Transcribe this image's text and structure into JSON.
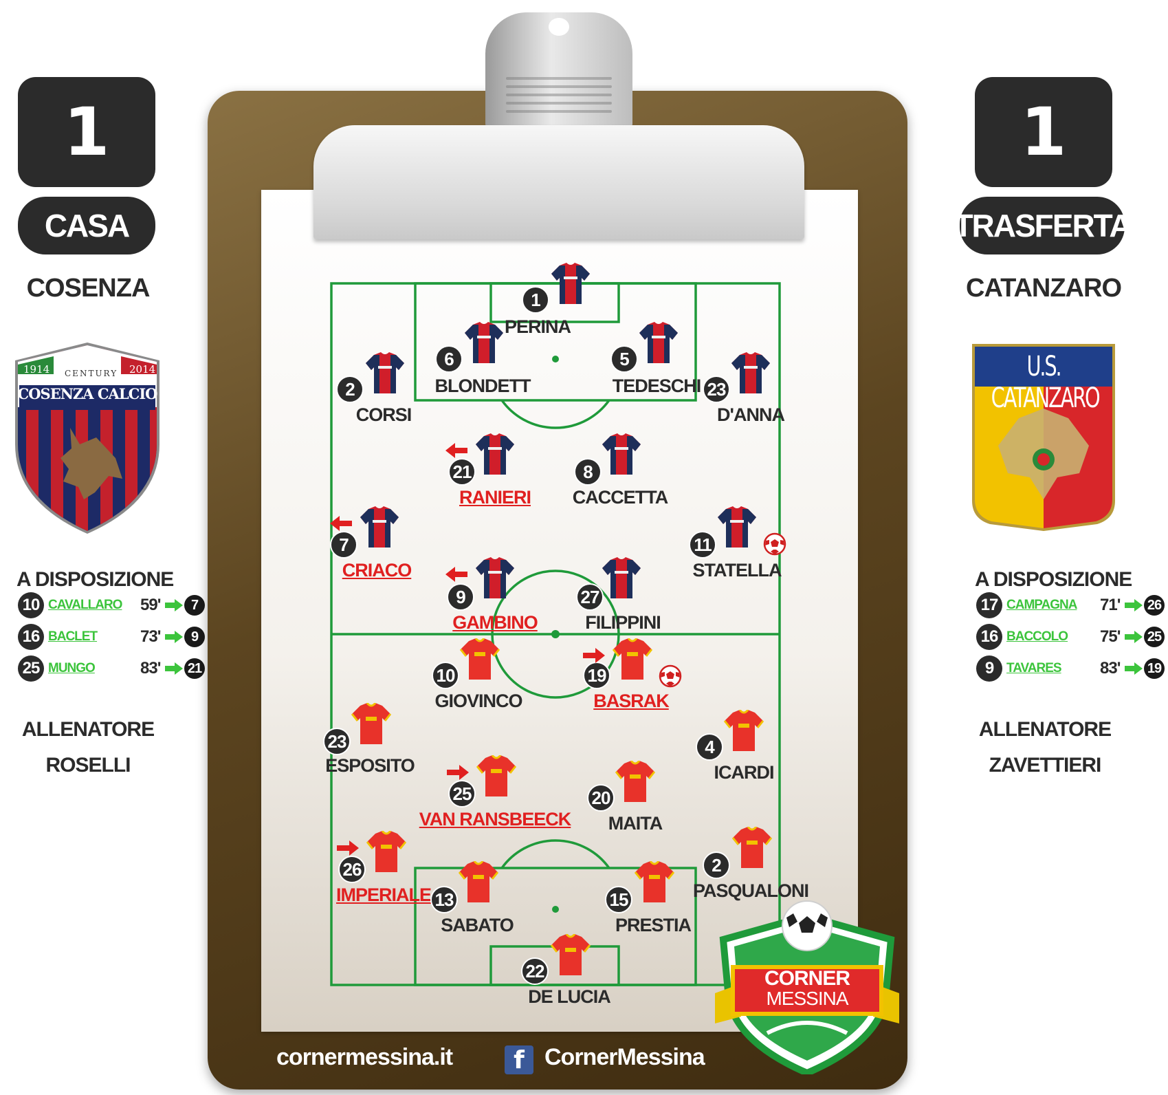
{
  "home": {
    "score": "1",
    "side_label": "CASA",
    "team": "COSENZA",
    "crest": {
      "top_left": "1914",
      "top_center": "CENTURY",
      "top_right": "2014",
      "name": "COSENZA CALCIO"
    },
    "bench_label": "A DISPOSIZIONE",
    "subs": [
      {
        "number": "10",
        "name": "CAVALLARO",
        "minute": "59'",
        "replaced": "7"
      },
      {
        "number": "16",
        "name": "BACLET",
        "minute": "73'",
        "replaced": "9"
      },
      {
        "number": "25",
        "name": "MUNGO",
        "minute": "83'",
        "replaced": "21"
      }
    ],
    "coach_label": "ALLENATORE",
    "coach": "ROSELLI",
    "colors": {
      "shirt_a": "#d01e2a",
      "shirt_b": "#1e2f5a"
    }
  },
  "away": {
    "score": "1",
    "side_label": "TRASFERTA",
    "team": "CATANZARO",
    "crest": {
      "name": "U.S. CATANZARO"
    },
    "bench_label": "A DISPOSIZIONE",
    "subs": [
      {
        "number": "17",
        "name": "CAMPAGNA",
        "minute": "71'",
        "replaced": "26"
      },
      {
        "number": "16",
        "name": "BACCOLO",
        "minute": "75'",
        "replaced": "25"
      },
      {
        "number": "9",
        "name": "TAVARES",
        "minute": "83'",
        "replaced": "19"
      }
    ],
    "coach_label": "ALLENATORE",
    "coach": "ZAVETTIERI",
    "colors": {
      "shirt": "#e8322a",
      "trim": "#f2c200"
    }
  },
  "home_players": [
    {
      "number": "1",
      "name": "PERINA",
      "subbed": false,
      "goal": false
    },
    {
      "number": "6",
      "name": "BLONDETT",
      "subbed": false,
      "goal": false
    },
    {
      "number": "5",
      "name": "TEDESCHI",
      "subbed": false,
      "goal": false
    },
    {
      "number": "2",
      "name": "CORSI",
      "subbed": false,
      "goal": false
    },
    {
      "number": "23",
      "name": "D'ANNA",
      "subbed": false,
      "goal": false
    },
    {
      "number": "21",
      "name": "RANIERI",
      "subbed": true,
      "goal": false
    },
    {
      "number": "8",
      "name": "CACCETTA",
      "subbed": false,
      "goal": false
    },
    {
      "number": "7",
      "name": "CRIACO",
      "subbed": true,
      "goal": false
    },
    {
      "number": "11",
      "name": "STATELLA",
      "subbed": false,
      "goal": true
    },
    {
      "number": "9",
      "name": "GAMBINO",
      "subbed": true,
      "goal": false
    },
    {
      "number": "27",
      "name": "FILIPPINI",
      "subbed": false,
      "goal": false
    }
  ],
  "away_players": [
    {
      "number": "10",
      "name": "GIOVINCO",
      "subbed": false,
      "goal": false
    },
    {
      "number": "19",
      "name": "BASRAK",
      "subbed": true,
      "goal": true
    },
    {
      "number": "23",
      "name": "ESPOSITO",
      "subbed": false,
      "goal": false
    },
    {
      "number": "4",
      "name": "ICARDI",
      "subbed": false,
      "goal": false
    },
    {
      "number": "25",
      "name": "VAN RANSBEECK",
      "subbed": true,
      "goal": false
    },
    {
      "number": "20",
      "name": "MAITA",
      "subbed": false,
      "goal": false
    },
    {
      "number": "26",
      "name": "IMPERIALE",
      "subbed": true,
      "goal": false
    },
    {
      "number": "2",
      "name": "PASQUALONI",
      "subbed": false,
      "goal": false
    },
    {
      "number": "13",
      "name": "SABATO",
      "subbed": false,
      "goal": false
    },
    {
      "number": "15",
      "name": "PRESTIA",
      "subbed": false,
      "goal": false
    },
    {
      "number": "22",
      "name": "DE LUCIA",
      "subbed": false,
      "goal": false
    }
  ],
  "footer": {
    "site": "cornermessina.it",
    "facebook_icon": "f",
    "facebook": "CornerMessina"
  },
  "logo": {
    "line1": "CORNER",
    "line2": "MESSINA"
  },
  "pitch_color": "#1f9a3a"
}
